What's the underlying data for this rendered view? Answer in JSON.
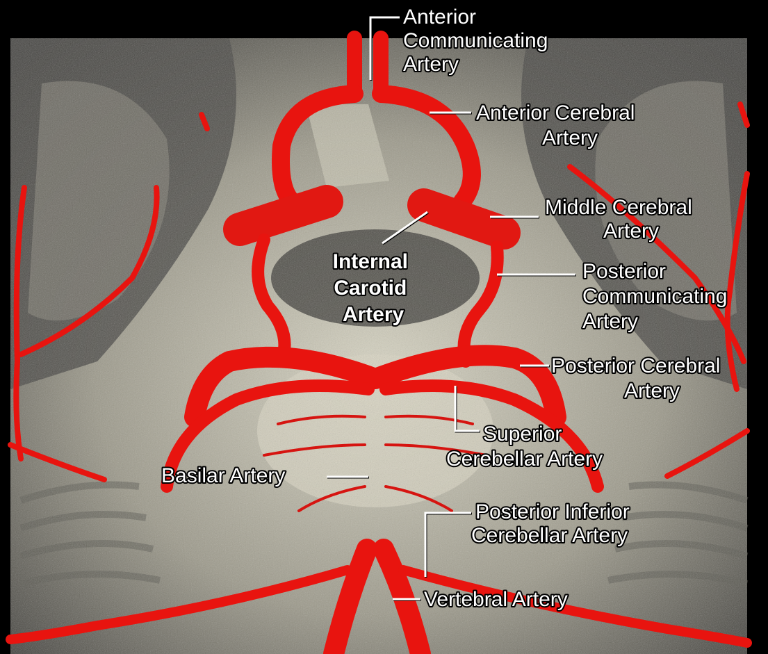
{
  "diagram": {
    "artery_color": "#e8140f",
    "background_color": "#000000",
    "labels": {
      "anterior_communicating": [
        "Anterior",
        "Communicating",
        "Artery"
      ],
      "anterior_cerebral": [
        "Anterior Cerebral",
        "Artery"
      ],
      "middle_cerebral": [
        "Middle Cerebral",
        "Artery"
      ],
      "internal_carotid": [
        "Internal",
        "Carotid",
        "Artery"
      ],
      "posterior_communicating": [
        "Posterior",
        "Communicating",
        "Artery"
      ],
      "posterior_cerebral": [
        "Posterior Cerebral",
        "Artery"
      ],
      "superior_cerebellar": [
        "Superior",
        "Cerebellar Artery"
      ],
      "basilar": [
        "Basilar Artery"
      ],
      "posterior_inferior_cerebellar": [
        "Posterior Inferior",
        "Cerebellar Artery"
      ],
      "vertebral": [
        "Vertebral Artery"
      ]
    }
  }
}
